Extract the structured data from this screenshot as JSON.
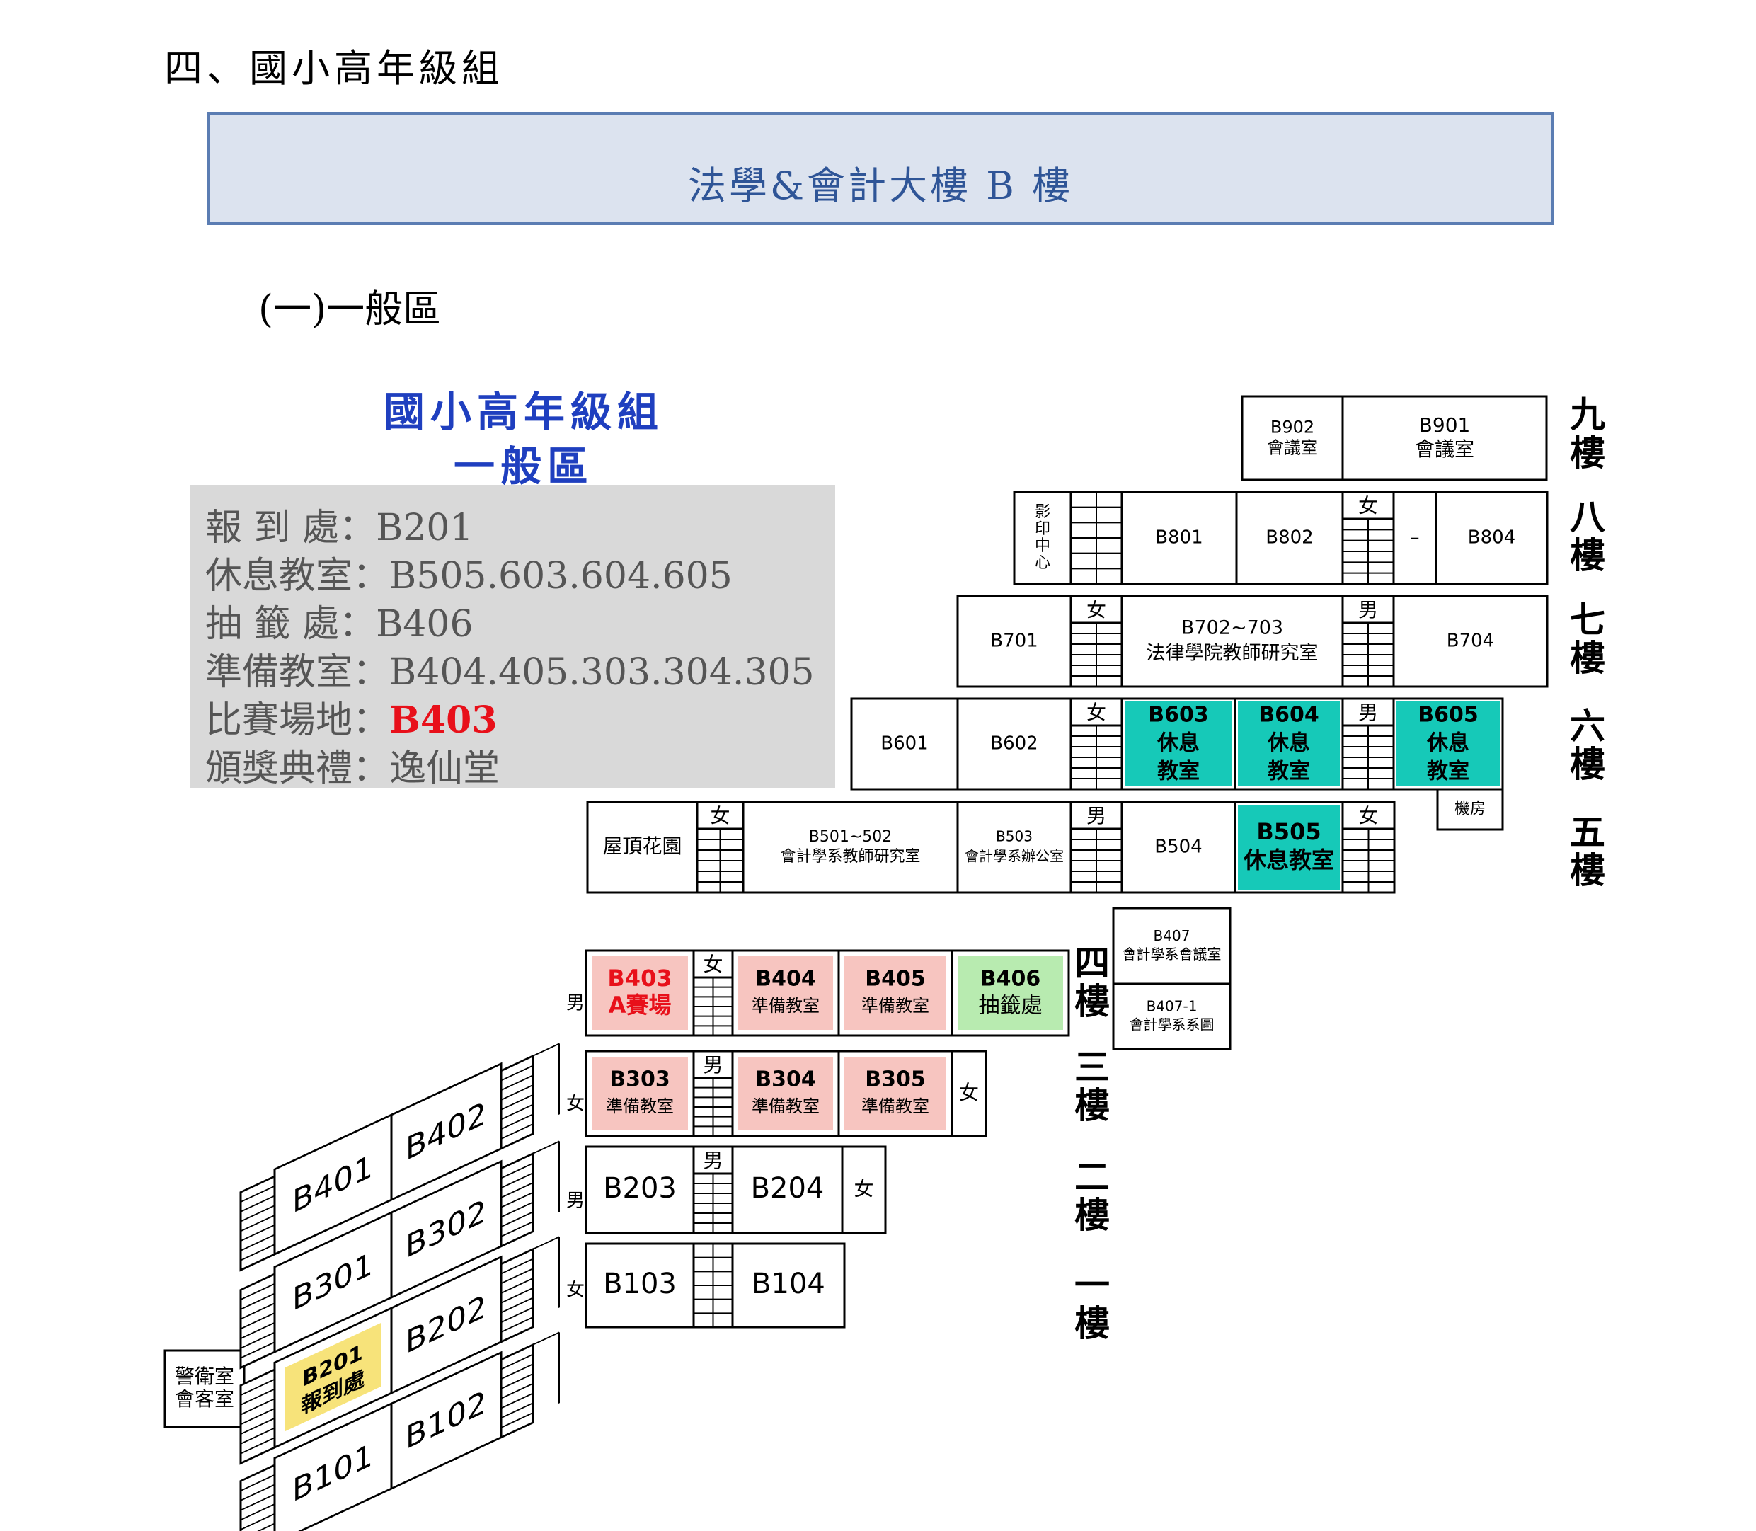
{
  "heading": "四、國小高年級組",
  "banner": "法學&會計大樓 B 樓",
  "subheading": "(一)一般區",
  "map_title": [
    "國小高年級組",
    "一般區"
  ],
  "info": [
    {
      "label": "報 到 處：",
      "value": "B201"
    },
    {
      "label": "休息教室：",
      "value": "B505.603.604.605"
    },
    {
      "label": "抽 籤 處：",
      "value": "B406"
    },
    {
      "label": "準備教室：",
      "value": "B404.405.303.304.305"
    },
    {
      "label": "比賽場地：",
      "value": "B403",
      "highlight": true
    },
    {
      "label": "頒獎典禮：",
      "value": "逸仙堂"
    }
  ],
  "floors": {
    "f9": "九樓",
    "f8": "八樓",
    "f7": "七樓",
    "f6": "六樓",
    "f5": "五樓",
    "f4": "四樓",
    "f3": "三樓",
    "f2": "二樓",
    "f1": "一樓"
  },
  "rooms": {
    "B902": [
      "B902",
      "會議室"
    ],
    "B901": [
      "B901",
      "會議室"
    ],
    "print": [
      "影",
      "印",
      "中",
      "心"
    ],
    "B801": "B801",
    "B802": "B802",
    "dash": "–",
    "B804": "B804",
    "B701": "B701",
    "B702": [
      "B702~703",
      "法律學院教師研究室"
    ],
    "B704": "B704",
    "B601": "B601",
    "B602": "B602",
    "B603": [
      "B603",
      "休息",
      "教室"
    ],
    "B604": [
      "B604",
      "休息",
      "教室"
    ],
    "B605": [
      "B605",
      "休息",
      "教室"
    ],
    "machine": "機房",
    "garden": "屋頂花園",
    "B501": [
      "B501~502",
      "會計學系教師研究室"
    ],
    "B503": [
      "B503",
      "會計學系辦公室"
    ],
    "B504": "B504",
    "B505": [
      "B505",
      "休息教室"
    ],
    "B407": [
      "B407",
      "會計學系會議室"
    ],
    "B4071": [
      "B407-1",
      "會計學系系圖"
    ],
    "B403": [
      "B403",
      "A賽場"
    ],
    "B404": [
      "B404",
      "準備教室"
    ],
    "B405": [
      "B405",
      "準備教室"
    ],
    "B406": [
      "B406",
      "抽籤處"
    ],
    "B303": [
      "B303",
      "準備教室"
    ],
    "B304": [
      "B304",
      "準備教室"
    ],
    "B305": [
      "B305",
      "準備教室"
    ],
    "B203": "B203",
    "B204": "B204",
    "B103": "B103",
    "B104": "B104",
    "B401": "B401",
    "B402": "B402",
    "B301": "B301",
    "B302": "B302",
    "B201": [
      "B201",
      "報到處"
    ],
    "B202": "B202",
    "B101": "B101",
    "B102": "B102",
    "guard": [
      "警衛室",
      "會客室"
    ]
  },
  "wc": {
    "female": "女",
    "male": "男"
  },
  "colors": {
    "rest": "#16c9b8",
    "prep": "#f7c5c0",
    "draw": "#b8ebb0",
    "checkin": "#f7e37a",
    "red": "#e8101a",
    "title_blue": "#1f3fbf",
    "banner_fill": "#dce3ef",
    "banner_border": "#5b7db3"
  }
}
